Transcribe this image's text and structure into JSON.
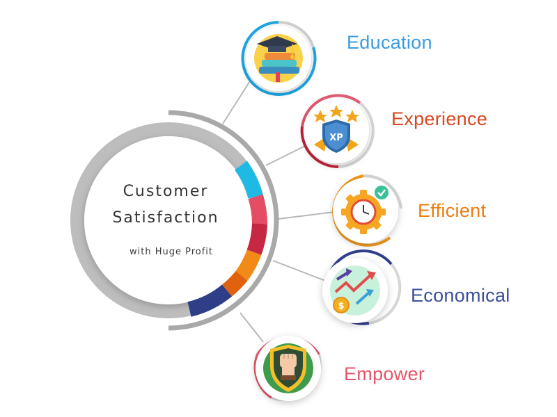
{
  "center": {
    "line1": "Customer",
    "line2": "Satisfaction",
    "subtitle": "with Huge Profit"
  },
  "ring_segment_colors": [
    "#1fb9e3",
    "#e44d63",
    "#c62843",
    "#f18a16",
    "#e0620f",
    "#2e3f87"
  ],
  "items": [
    {
      "label": "Education",
      "color": "#3a9be0",
      "icon": "graduation-cap-books-icon"
    },
    {
      "label": "Experience",
      "color": "#d9461f",
      "icon": "xp-badge-stars-icon"
    },
    {
      "label": "Efficient",
      "color": "#ef7c12",
      "icon": "gear-clock-check-icon"
    },
    {
      "label": "Economical",
      "color": "#3a4f9a",
      "icon": "growth-arrows-coin-icon"
    },
    {
      "label": "Empower",
      "color": "#e4566a",
      "icon": "fist-shield-icon"
    }
  ]
}
